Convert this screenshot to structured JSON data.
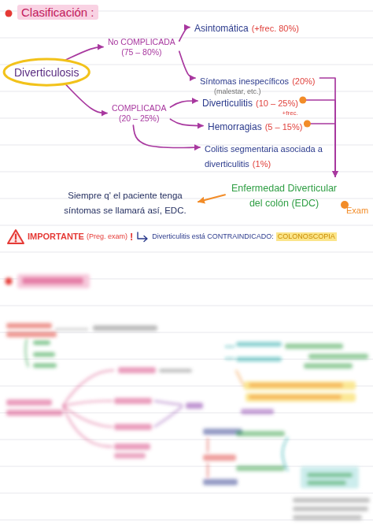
{
  "diagram": {
    "title": "Clasificación :",
    "nodes": [
      {
        "text": [
          "Diverticulosis"
        ]
      },
      {
        "text": [
          "No COMPLICADA",
          "(75 – 80%)"
        ]
      },
      {
        "text": [
          "COMPLICADA",
          "(20 – 25%)"
        ]
      },
      {
        "text": [
          "Asintomática",
          "(+frec. 80%)"
        ]
      },
      {
        "text": [
          "Síntomas inespecíficos",
          "(20%)",
          "(malestar, etc.)"
        ]
      },
      {
        "text": [
          "Diverticulitis",
          "(10 – 25%)",
          "+frec."
        ]
      },
      {
        "text": [
          "Hemorragias",
          "(5 – 15%)"
        ]
      },
      {
        "text": [
          "Colitis segmentaria asociada a diverticulitis",
          "(1%)"
        ]
      },
      {
        "text": [
          "Enfermedad Diverticular del colón (EDC)"
        ]
      },
      {
        "text": [
          "Siempre q' el paciente tenga síntomas se llamará así, EDC."
        ]
      }
    ],
    "edges": [
      {
        "from": 0,
        "to": 1,
        "arrow": "to"
      },
      {
        "from": 0,
        "to": 2,
        "arrow": "to"
      },
      {
        "from": 1,
        "to": 3,
        "arrow": "to"
      },
      {
        "from": 1,
        "to": 4,
        "arrow": "to"
      },
      {
        "from": 2,
        "to": 5,
        "arrow": "to"
      },
      {
        "from": 2,
        "to": 6,
        "arrow": "to"
      },
      {
        "from": 2,
        "to": 7,
        "arrow": "to"
      },
      {
        "from": 4,
        "to": 8,
        "arrow": "to"
      },
      {
        "from": 5,
        "to": 8,
        "arrow": "to"
      },
      {
        "from": 6,
        "to": 8,
        "arrow": "to"
      },
      {
        "from": 8,
        "to": 9,
        "arrow": "to"
      }
    ],
    "labels": [
      "Exam",
      "IMPORTANTE",
      "(Preg. exam)",
      "!",
      "Diverticulitis está CONTRAINDICADO:",
      "COLONOSCOPIA"
    ]
  }
}
